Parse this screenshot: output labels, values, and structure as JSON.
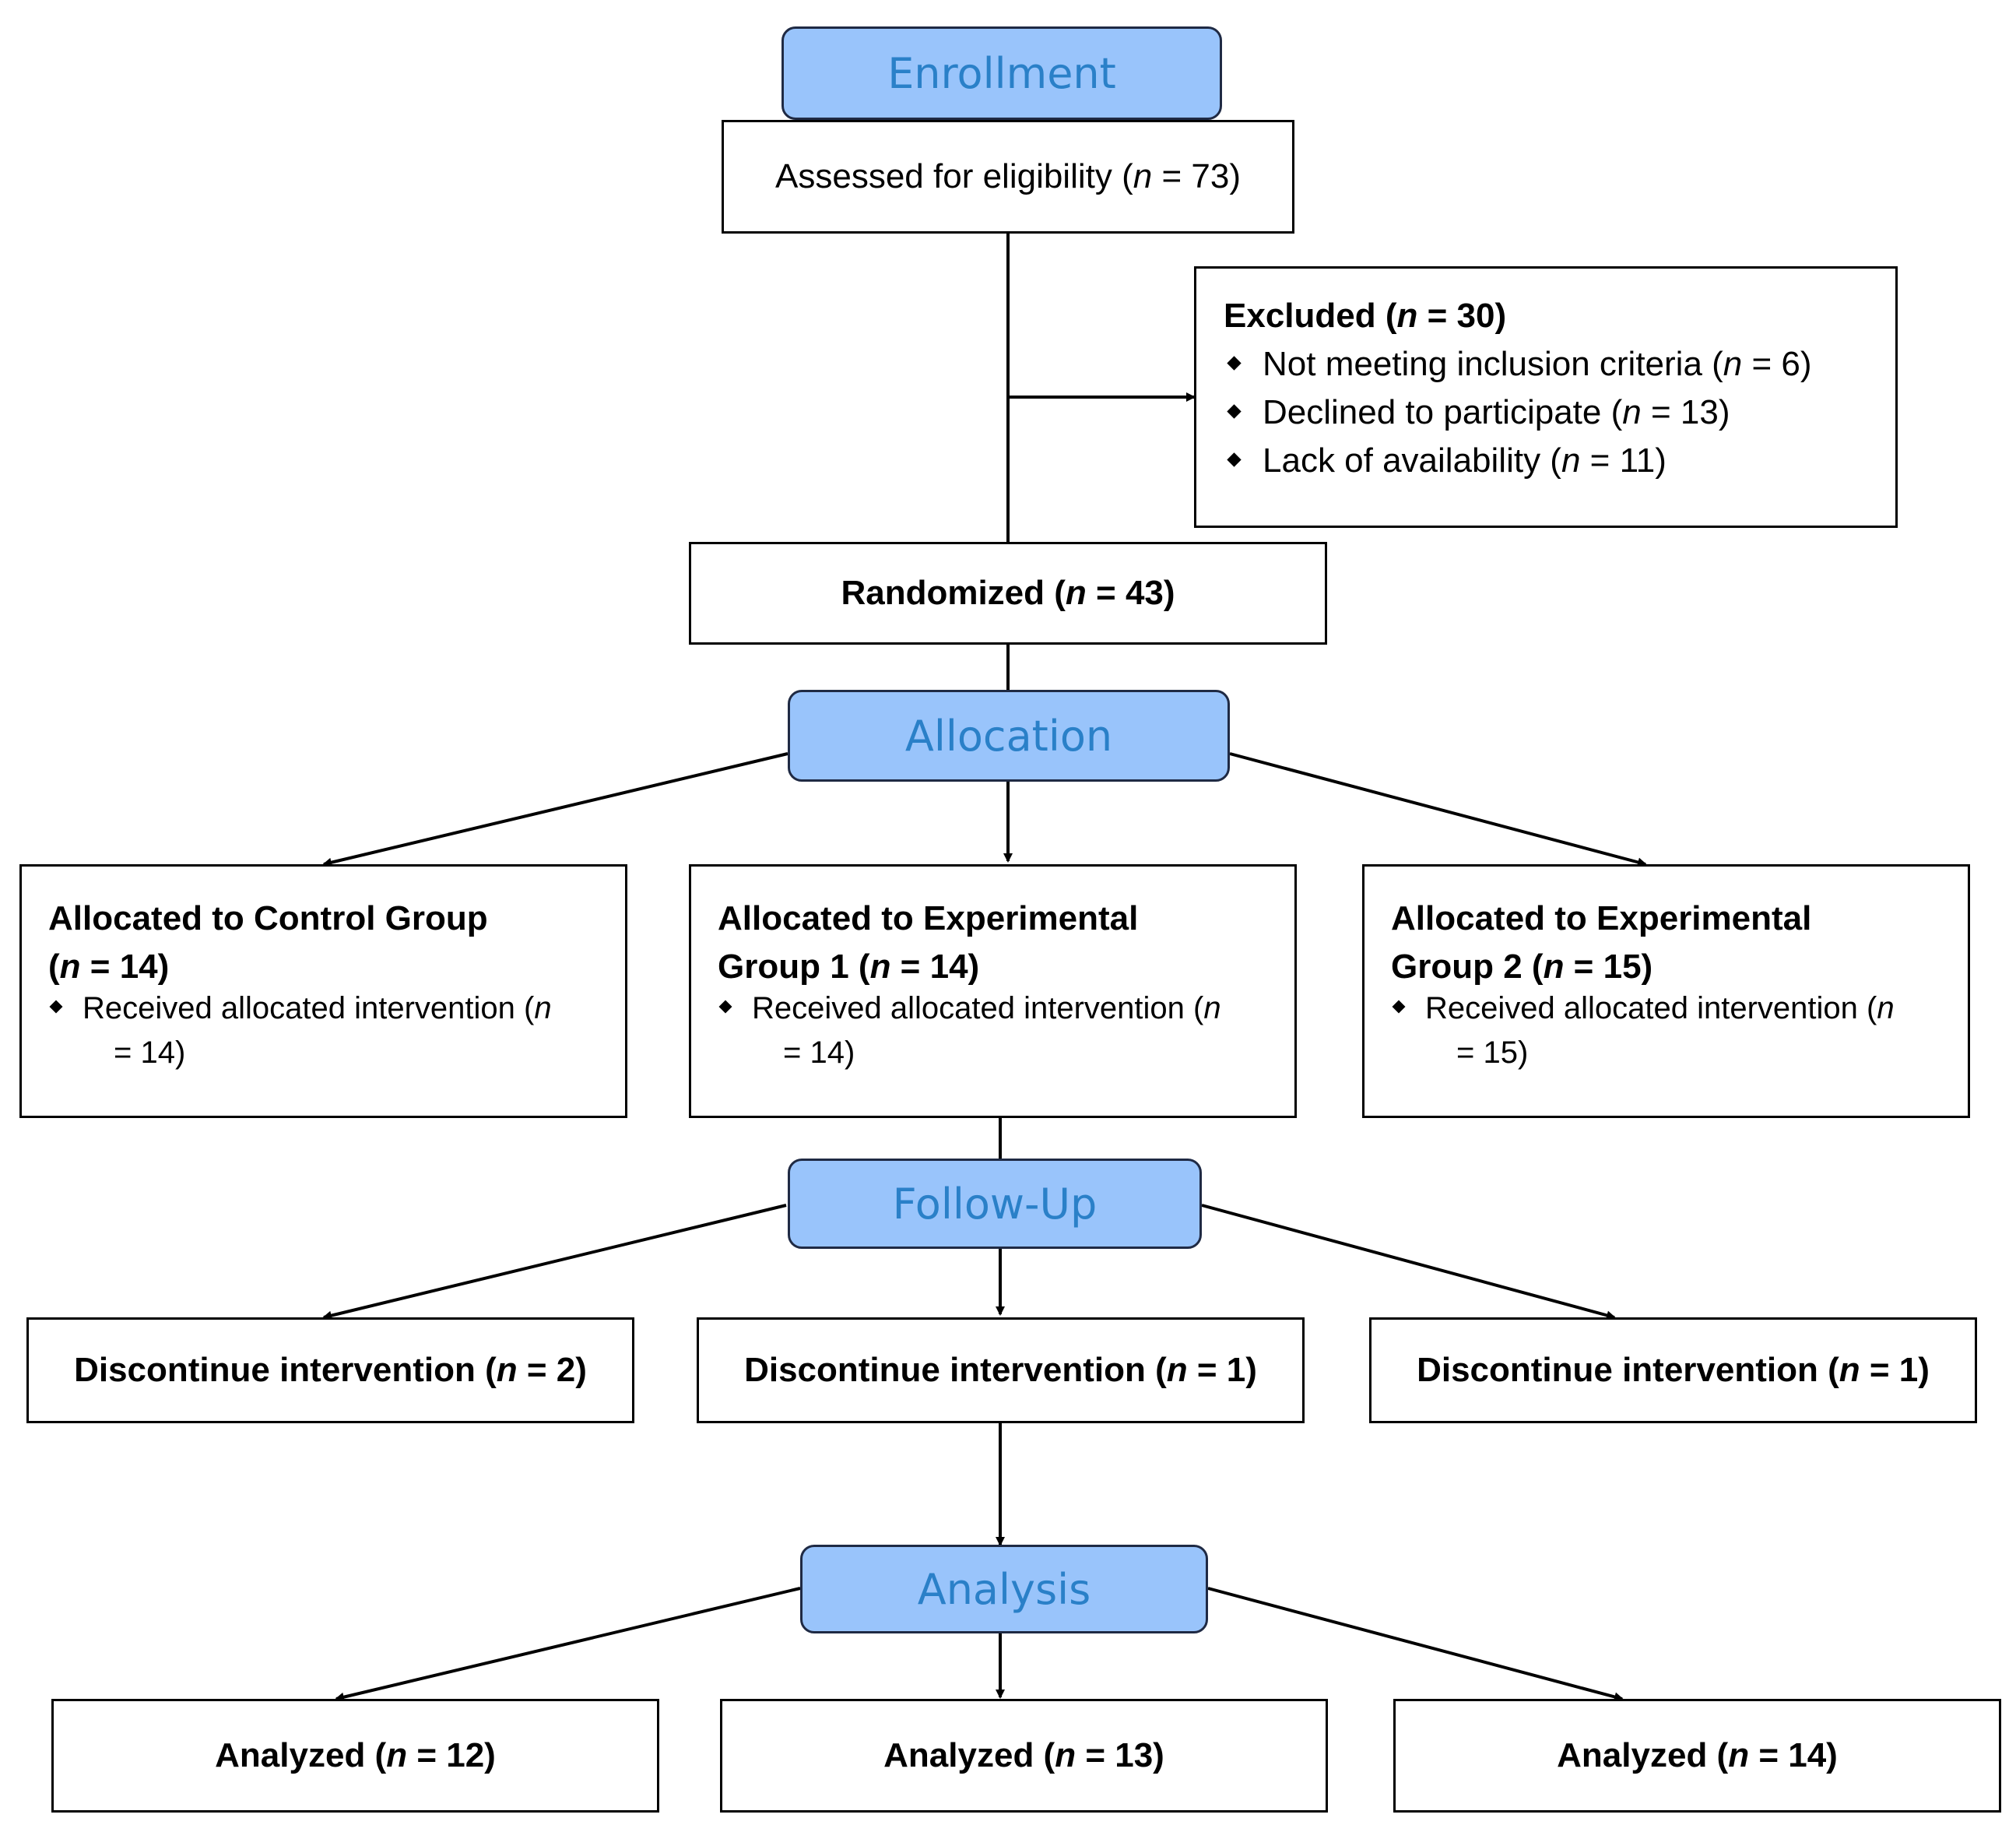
{
  "stages": {
    "enrollment": "Enrollment",
    "allocation": "Allocation",
    "follow_up": "Follow-Up",
    "analysis": "Analysis"
  },
  "n_symbol": "n",
  "assessed": {
    "label": "Assessed for eligibility (",
    "eq": " = 73)"
  },
  "excluded": {
    "title": "Excluded (",
    "title_eq": " = 30)",
    "reasons": [
      {
        "label": "Not meeting inclusion criteria (",
        "eq": " = 6)"
      },
      {
        "label": "Declined to participate (",
        "eq": " = 13)"
      },
      {
        "label": "Lack of availability (",
        "eq": " = 11)"
      }
    ]
  },
  "randomized": {
    "label": "Randomized (",
    "eq": " = 43)"
  },
  "allocated": [
    {
      "line1": "Allocated to Control Group",
      "line2_pre": "(",
      "line2_eq": " = 14)",
      "bullet": "Received allocated intervention (",
      "bullet_cont": "= 14)"
    },
    {
      "line1": "Allocated to Experimental",
      "line2_pre": "Group 1 (",
      "line2_eq": " = 14)",
      "bullet": "Received allocated intervention (",
      "bullet_cont": "= 14)"
    },
    {
      "line1": "Allocated to Experimental",
      "line2_pre": "Group 2 (",
      "line2_eq": " = 15)",
      "bullet": "Received allocated intervention (",
      "bullet_cont": "= 15)"
    }
  ],
  "discontinued": [
    {
      "label": "Discontinue intervention (",
      "eq": " = 2)"
    },
    {
      "label": "Discontinue intervention (",
      "eq": " = 1)"
    },
    {
      "label": "Discontinue intervention (",
      "eq": " = 1)"
    }
  ],
  "analyzed": [
    {
      "label": "Analyzed (",
      "eq": " = 12)"
    },
    {
      "label": "Analyzed (",
      "eq": " = 13)"
    },
    {
      "label": "Analyzed (",
      "eq": " = 14)"
    }
  ]
}
